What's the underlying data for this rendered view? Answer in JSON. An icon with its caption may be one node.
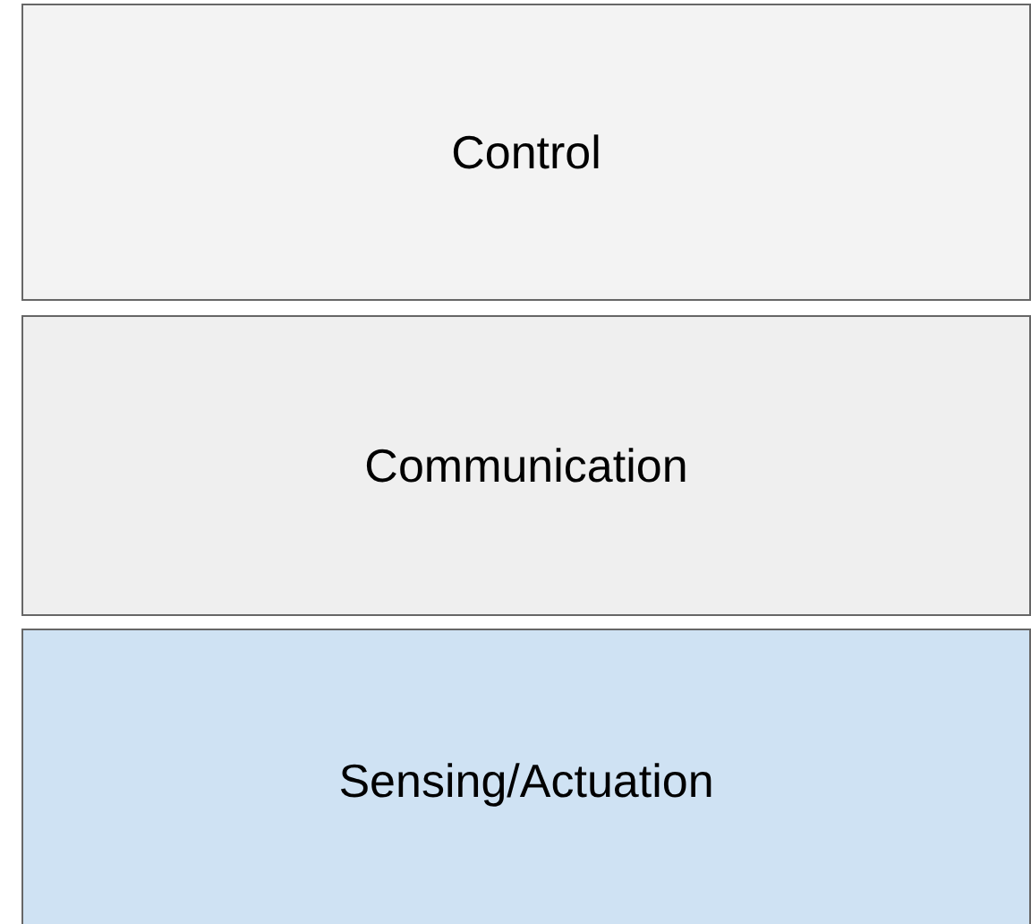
{
  "diagram": {
    "nodes": [
      {
        "text": [
          "Control"
        ]
      },
      {
        "text": [
          "Communication"
        ]
      },
      {
        "text": [
          "Sensing/Actuation"
        ]
      }
    ]
  }
}
